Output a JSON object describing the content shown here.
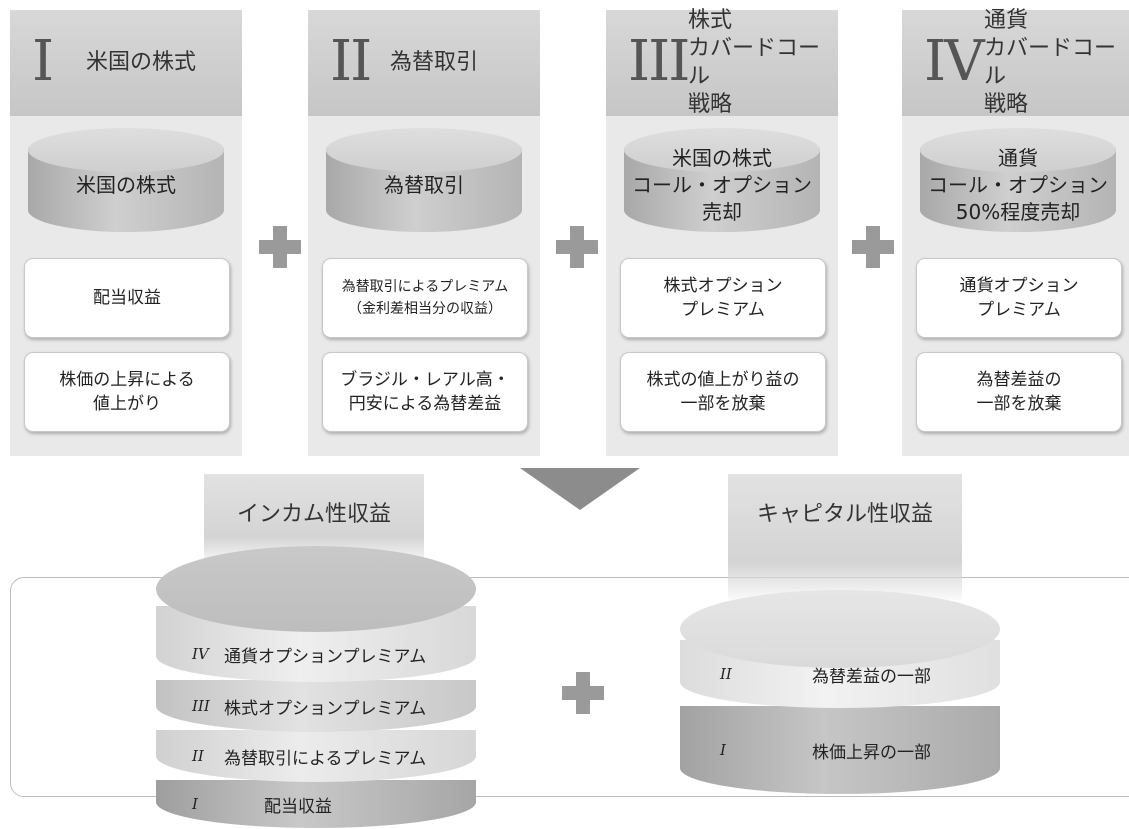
{
  "columns": [
    {
      "numeral": "I",
      "title": "米国の株式",
      "drum": "米国の株式",
      "box1": "配当収益",
      "box2": "株価の上昇による\n値上がり"
    },
    {
      "numeral": "II",
      "title": "為替取引",
      "drum": "為替取引",
      "box1": "為替取引によるプレミアム\n（金利差相当分の収益）",
      "box2": "ブラジル・レアル高・\n円安による為替差益"
    },
    {
      "numeral": "III",
      "title": "株式\nカバードコール\n戦略",
      "drum": "米国の株式\nコール・オプション\n売却",
      "box1": "株式オプション\nプレミアム",
      "box2": "株式の値上がり益の\n一部を放棄"
    },
    {
      "numeral": "IV",
      "title": "通貨\nカバードコール\n戦略",
      "drum": "通貨\nコール・オプション\n50%程度売却",
      "box1": "通貨オプション\nプレミアム",
      "box2": "為替差益の\n一部を放棄"
    }
  ],
  "income": {
    "title": "インカム性収益",
    "layers": [
      {
        "numeral": "IV",
        "label": "通貨オプションプレミアム"
      },
      {
        "numeral": "III",
        "label": "株式オプションプレミアム"
      },
      {
        "numeral": "II",
        "label": "為替取引によるプレミアム"
      },
      {
        "numeral": "I",
        "label": "配当収益"
      }
    ]
  },
  "capital": {
    "title": "キャピタル性収益",
    "layers": [
      {
        "numeral": "II",
        "label": "為替差益の一部"
      },
      {
        "numeral": "I",
        "label": "株価上昇の一部"
      }
    ]
  },
  "colors": {
    "panel": "#e9e9e9",
    "header": "#cfcfcf",
    "plus": "#9a9a9a",
    "arrow": "#8c8c8c"
  }
}
